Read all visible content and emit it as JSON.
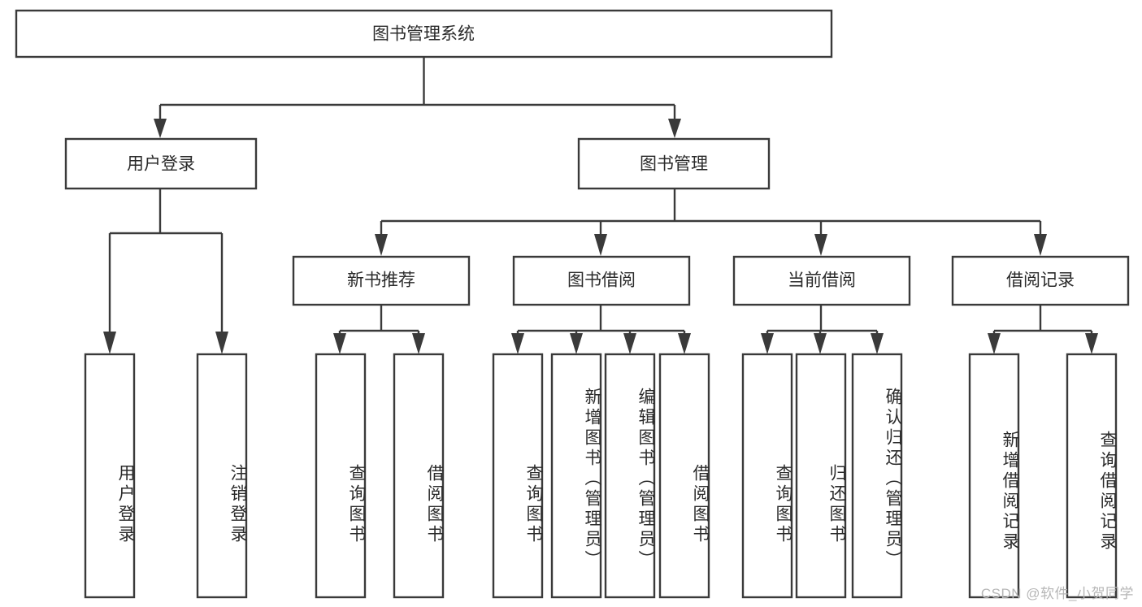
{
  "diagram": {
    "title": "图书管理系统",
    "type": "hierarchy-tree",
    "root": {
      "label": "图书管理系统"
    },
    "level2": [
      {
        "label": "用户登录"
      },
      {
        "label": "图书管理"
      }
    ],
    "level3": [
      {
        "label": "新书推荐"
      },
      {
        "label": "图书借阅"
      },
      {
        "label": "当前借阅"
      },
      {
        "label": "借阅记录"
      }
    ],
    "leaves": {
      "user_login": [
        {
          "label": "用户登录"
        },
        {
          "label": "注销登录"
        }
      ],
      "new_book_recommend": [
        {
          "label": "查询图书"
        },
        {
          "label": "借阅图书"
        }
      ],
      "book_borrow": [
        {
          "label": "查询图书"
        },
        {
          "label": "新增图书（管理员）"
        },
        {
          "label": "编辑图书（管理员）"
        },
        {
          "label": "借阅图书"
        }
      ],
      "current_borrow": [
        {
          "label": "查询图书"
        },
        {
          "label": "归还图书"
        },
        {
          "label": "确认归还（管理员）"
        }
      ],
      "borrow_record": [
        {
          "label": "新增借阅记录"
        },
        {
          "label": "查询借阅记录"
        }
      ]
    }
  },
  "watermark": {
    "text": "CSDN @软件_小贺同学"
  },
  "colors": {
    "stroke": "#3a3a3a",
    "box_fill": "#ffffff",
    "text": "#2b2b2b",
    "watermark": "#b6b6b6",
    "background": "#ffffff"
  }
}
